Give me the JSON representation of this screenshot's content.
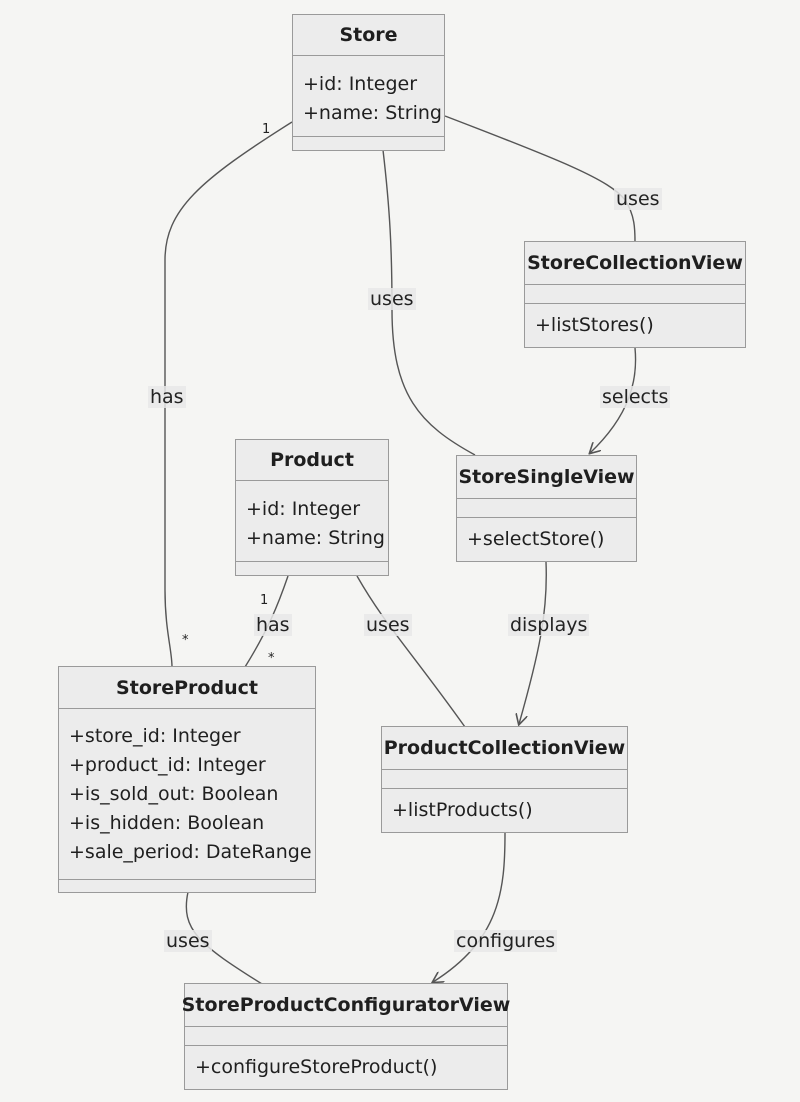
{
  "classes": {
    "store": {
      "name": "Store",
      "attributes": [
        "+id: Integer",
        "+name: String"
      ],
      "methods": []
    },
    "store_collection_view": {
      "name": "StoreCollectionView",
      "attributes": [],
      "methods": [
        "+listStores()"
      ]
    },
    "product": {
      "name": "Product",
      "attributes": [
        "+id: Integer",
        "+name: String"
      ],
      "methods": []
    },
    "store_single_view": {
      "name": "StoreSingleView",
      "attributes": [],
      "methods": [
        "+selectStore()"
      ]
    },
    "store_product": {
      "name": "StoreProduct",
      "attributes": [
        "+store_id: Integer",
        "+product_id: Integer",
        "+is_sold_out: Boolean",
        "+is_hidden: Boolean",
        "+sale_period: DateRange"
      ],
      "methods": []
    },
    "product_collection_view": {
      "name": "ProductCollectionView",
      "attributes": [],
      "methods": [
        "+listProducts()"
      ]
    },
    "store_product_configurator_view": {
      "name": "StoreProductConfiguratorView",
      "attributes": [],
      "methods": [
        "+configureStoreProduct()"
      ]
    }
  },
  "relations": {
    "store_has_storeproduct": {
      "label": "has",
      "source_multiplicity": "1",
      "target_multiplicity": "*"
    },
    "store_uses_storesingleview": {
      "label": "uses"
    },
    "store_uses_storecollectionview": {
      "label": "uses"
    },
    "storecollectionview_selects_storesingleview": {
      "label": "selects"
    },
    "product_has_storeproduct": {
      "label": "has",
      "source_multiplicity": "1",
      "target_multiplicity": "*"
    },
    "product_uses_productcollectionview": {
      "label": "uses"
    },
    "storesingleview_displays_productcollectionview": {
      "label": "displays"
    },
    "storeproduct_uses_configuratorview": {
      "label": "uses"
    },
    "productcollectionview_configures_configuratorview": {
      "label": "configures"
    }
  }
}
